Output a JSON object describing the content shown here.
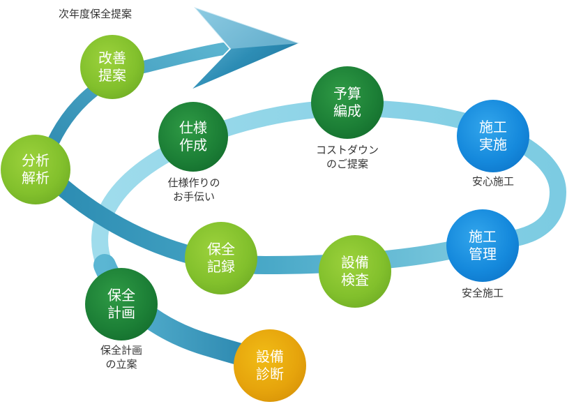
{
  "top_label": "次年度保全提案",
  "nodes": {
    "kaizen": {
      "line1": "改善",
      "line2": "提案"
    },
    "bunseki": {
      "line1": "分析",
      "line2": "解析"
    },
    "shiyou": {
      "line1": "仕様",
      "line2": "作成"
    },
    "yosan": {
      "line1": "予算",
      "line2": "編成"
    },
    "shikou": {
      "line1": "施工",
      "line2": "実施"
    },
    "kanri": {
      "line1": "施工",
      "line2": "管理"
    },
    "kiroku": {
      "line1": "保全",
      "line2": "記録"
    },
    "kensa": {
      "line1": "設備",
      "line2": "検査"
    },
    "keikaku": {
      "line1": "保全",
      "line2": "計画"
    },
    "shindan": {
      "line1": "設備",
      "line2": "診断"
    }
  },
  "captions": {
    "shiyou": {
      "line1": "仕様作りの",
      "line2": "お手伝い"
    },
    "yosan": {
      "line1": "コストダウン",
      "line2": "のご提案"
    },
    "shikou": {
      "line1": "安心施工"
    },
    "kanri": {
      "line1": "安全施工"
    },
    "keikaku": {
      "line1": "保全計画",
      "line2": "の立案"
    }
  },
  "colors": {
    "lime": "#82c02c",
    "dark_green": "#1c7f36",
    "blue": "#1589dc",
    "orange": "#e6a40c",
    "band_light": "#8ed3e6",
    "band_dark": "#2a8fb3"
  }
}
